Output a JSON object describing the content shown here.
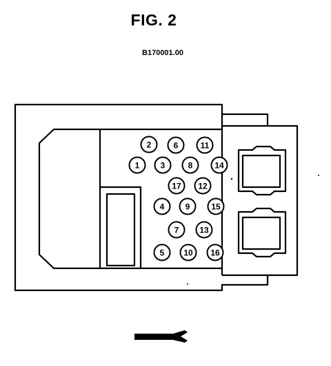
{
  "figure": {
    "title": "FIG. 2",
    "code": "B170001.00"
  },
  "colors": {
    "ink": "#000000",
    "paper": "#ffffff"
  },
  "pins": [
    {
      "label": "1"
    },
    {
      "label": "2"
    },
    {
      "label": "3"
    },
    {
      "label": "4"
    },
    {
      "label": "5"
    },
    {
      "label": "6"
    },
    {
      "label": "7"
    },
    {
      "label": "8"
    },
    {
      "label": "9"
    },
    {
      "label": "10"
    },
    {
      "label": "11"
    },
    {
      "label": "12"
    },
    {
      "label": "13"
    },
    {
      "label": "14"
    },
    {
      "label": "15"
    },
    {
      "label": "16"
    },
    {
      "label": "17"
    }
  ],
  "icons": {
    "connector_view": "connector-wire-icon"
  }
}
